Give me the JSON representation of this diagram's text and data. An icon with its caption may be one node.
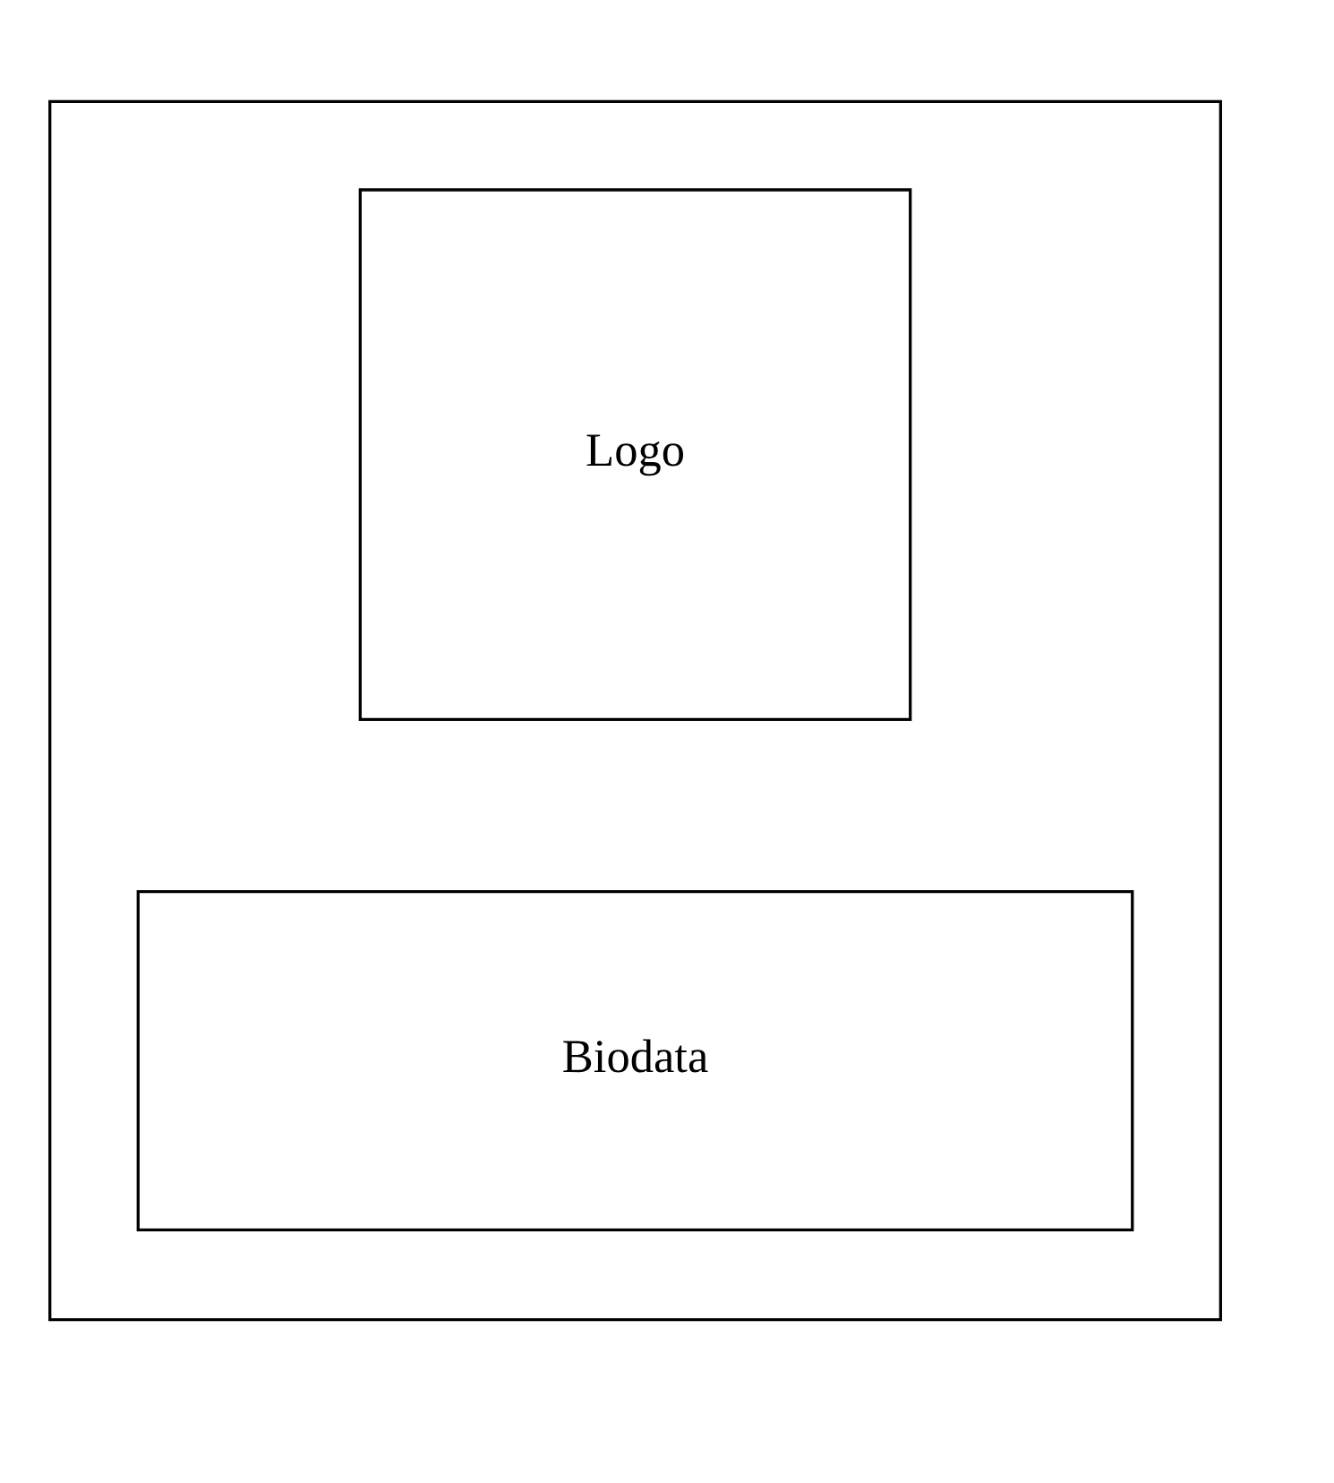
{
  "diagram": {
    "nodes": [
      {
        "text": [],
        "shape": "box"
      },
      {
        "text": [
          "Logo"
        ],
        "in": 0
      },
      {
        "text": [
          "Biodata"
        ],
        "in": 0
      }
    ]
  }
}
